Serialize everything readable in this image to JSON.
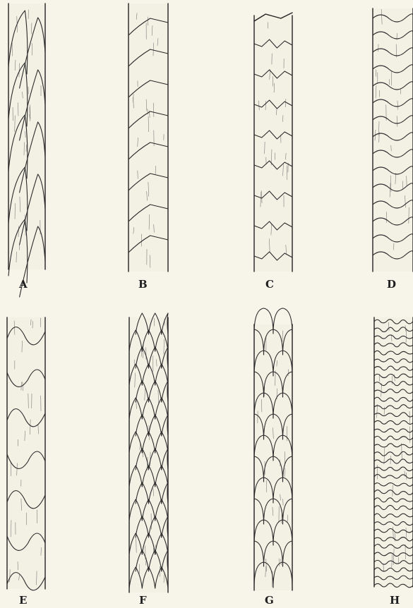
{
  "figure": {
    "panels": [
      {
        "id": "A",
        "label": "A",
        "pattern": "long-overlapping-scales"
      },
      {
        "id": "B",
        "label": "B",
        "pattern": "oblique-bands"
      },
      {
        "id": "C",
        "label": "C",
        "pattern": "coronal-bands"
      },
      {
        "id": "D",
        "label": "D",
        "pattern": "wavy-bands"
      },
      {
        "id": "E",
        "label": "E",
        "pattern": "deep-lobed-bands"
      },
      {
        "id": "F",
        "label": "F",
        "pattern": "pointed-imbricate-scales"
      },
      {
        "id": "G",
        "label": "G",
        "pattern": "rounded-imbricate-scales"
      },
      {
        "id": "H",
        "label": "H",
        "pattern": "fine-crenate-bands"
      }
    ]
  }
}
